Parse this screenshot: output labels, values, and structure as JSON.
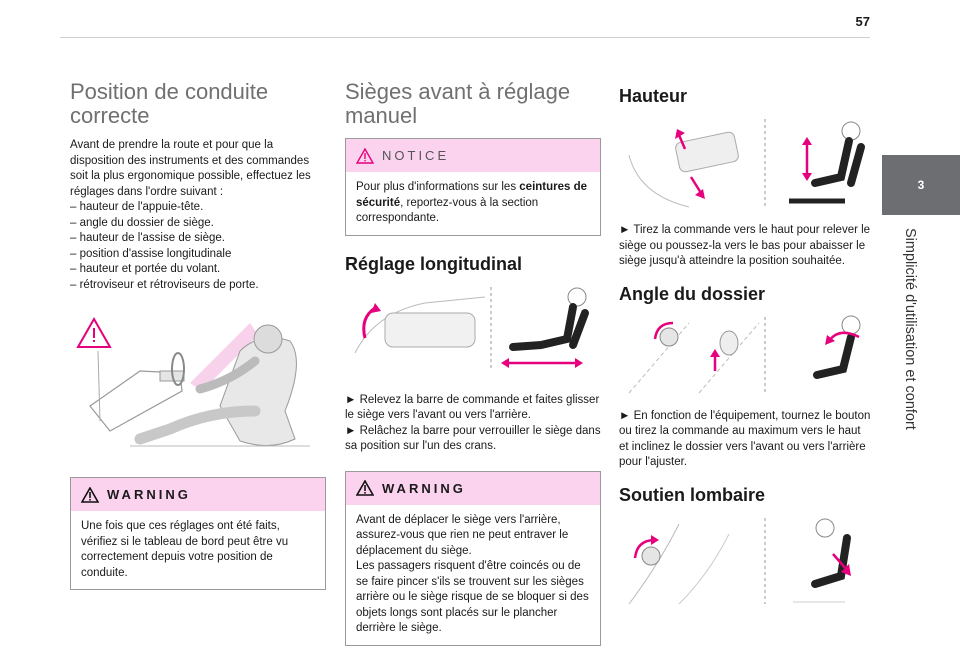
{
  "page_number": "57",
  "chapter": {
    "number": "3",
    "title": "Simplicité d'utilisation et confort"
  },
  "position": {
    "title_line1": "Position de conduite",
    "title_line2": "correcte",
    "intro": "Avant de prendre la route et pour que la disposition des instruments et des commandes soit la plus ergonomique possible, effectuez les réglages dans l'ordre suivant :",
    "items": [
      "– hauteur de l'appuie-tête.",
      "– angle du dossier de siège.",
      "– hauteur de l'assise de siège.",
      "– position d'assise longitudinale",
      "– hauteur et portée du volant.",
      "– rétroviseur et rétroviseurs de porte."
    ],
    "warning_title": "WARNING",
    "warning_text": "Une fois que ces réglages ont été faits, vérifiez si le tableau de bord peut être vu correctement depuis votre position de conduite."
  },
  "seats": {
    "title_line1": "Sièges avant à réglage",
    "title_line2": "manuel",
    "notice_title": "NOTICE",
    "notice_pre": "Pour plus d'informations sur les ",
    "notice_bold": "ceintures de sécurité",
    "notice_post": ", reportez-vous à la section correspondante.",
    "longitudinal_title": "Réglage longitudinal",
    "step1": "► Relevez la barre de commande et faites glisser le siège vers l'avant ou vers l'arrière.",
    "step2": "► Relâchez la barre pour verrouiller le siège dans sa position sur l'un des crans.",
    "warning_title": "WARNING",
    "warning_text1": "Avant de déplacer le siège vers l'arrière, assurez-vous que rien ne peut entraver le déplacement du siège.",
    "warning_text2": "Les passagers risquent d'être coincés ou de se faire pincer s'ils se trouvent sur les sièges arrière ou le siège risque de se bloquer si des objets longs sont placés sur le plancher derrière le siège."
  },
  "height": {
    "title": "Hauteur",
    "text": "► Tirez la commande vers le haut pour relever le siège ou poussez-la vers le bas pour abaisser le siège jusqu'à atteindre la position souhaitée."
  },
  "backrest": {
    "title": "Angle du dossier",
    "text": "► En fonction de l'équipement, tournez le bouton ou tirez la commande au maximum vers le haut et inclinez le dossier vers l'avant ou vers l'arrière pour l'ajuster."
  },
  "lumbar": {
    "title": "Soutien lombaire"
  },
  "colors": {
    "accent": "#e6007e",
    "warn_bg": "#fbd3ee",
    "tab": "#6d6e71"
  }
}
